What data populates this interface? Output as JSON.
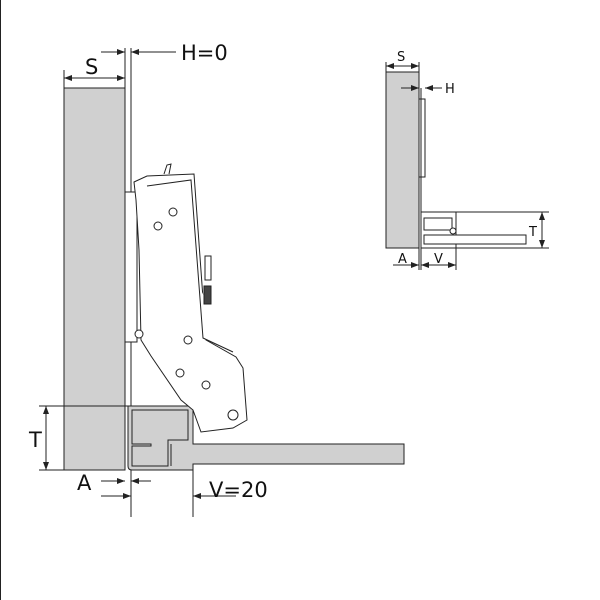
{
  "main_view": {
    "labels": {
      "s": "S",
      "h": "H=0",
      "t": "T",
      "a": "A",
      "v": "V=20"
    }
  },
  "detail_view": {
    "labels": {
      "s": "S",
      "h": "H",
      "t": "T",
      "a": "A",
      "v": "V"
    }
  },
  "colors": {
    "panel": "#d0d0d0",
    "line": "#222222"
  }
}
